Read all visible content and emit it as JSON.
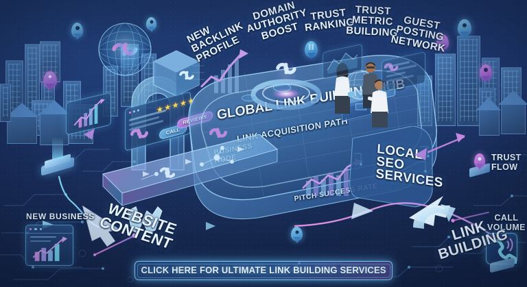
{
  "scene": {
    "title": "Global Link Building Hub Infographic",
    "background_color": "#1b3062",
    "accent_cyan": "#7fd0f5",
    "accent_purple": "#b98ae0",
    "accent_magenta": "#d77fd0",
    "text_color": "#e7f3ff"
  },
  "top_labels": [
    {
      "id": "new-backlink-profile",
      "text": "NEW\nBACKLINK\nPROFILE"
    },
    {
      "id": "domain-authority-boost",
      "text": "DOMAIN\nAUTHORITY\nBOOST"
    },
    {
      "id": "trust-ranking",
      "text": "TRUST\nRANKING"
    },
    {
      "id": "trust-metric-building",
      "text": "TRUST\nMETRIC\nBUILDING"
    },
    {
      "id": "guest-posting-network",
      "text": "GUEST\nPOSTING\nNETWORK"
    }
  ],
  "hub": {
    "title": "GLOBAL LINK BUILDING HUB",
    "path_label": "LINK ACQUISITION PATH",
    "business_node_label": "BUSINESS\nNODE",
    "pitch_label": "PITCH SUCCESS RATE",
    "local_seo_label": "LOCAL\nSEO\nSERVICES"
  },
  "side_labels": [
    {
      "id": "trust-flow",
      "text": "TRUST\nFLOW"
    },
    {
      "id": "call-volume",
      "text": "CALL\nVOLUME"
    },
    {
      "id": "link-building",
      "text": "LINK\nBUILDING"
    },
    {
      "id": "new-business",
      "text": "NEW BUSINESS"
    },
    {
      "id": "website-content",
      "text": "WEBSITE\nCONTENT"
    }
  ],
  "review_panel": {
    "call_button": "CALL",
    "reviews_button": "REVIEWS",
    "stars": "★★★★★",
    "star_count": 5
  },
  "cta": {
    "label": "CLICK HERE FOR ULTIMATE LINK BUILDING SERVICES"
  },
  "icons": {
    "globe": "globe-icon",
    "chain_link": "chain-link-icon",
    "map_pin": "map-pin-icon",
    "phone": "phone-icon",
    "chart": "bar-chart-icon",
    "arrow": "arrow-icon"
  }
}
